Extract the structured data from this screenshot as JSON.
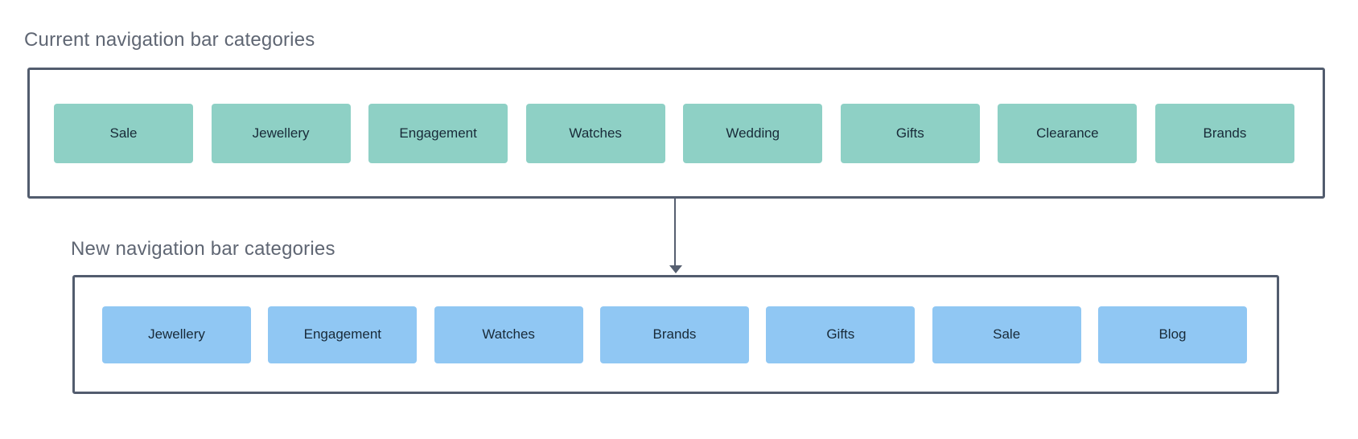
{
  "diagram": {
    "current_section": {
      "title": "Current navigation bar categories",
      "items": [
        "Sale",
        "Jewellery",
        "Engagement",
        "Watches",
        "Wedding",
        "Gifts",
        "Clearance",
        "Brands"
      ]
    },
    "new_section": {
      "title": "New navigation bar categories",
      "items": [
        "Jewellery",
        "Engagement",
        "Watches",
        "Brands",
        "Gifts",
        "Sale",
        "Blog"
      ]
    },
    "arrow": {
      "direction": "down",
      "from": "current_section",
      "to": "new_section"
    },
    "colors": {
      "current_box_fill": "#8ed0c5",
      "new_box_fill": "#90c7f3",
      "container_border": "#525c6e",
      "arrow": "#565f70",
      "title_text": "#5f6673",
      "box_text": "#182a38",
      "background": "#ffffff"
    }
  }
}
